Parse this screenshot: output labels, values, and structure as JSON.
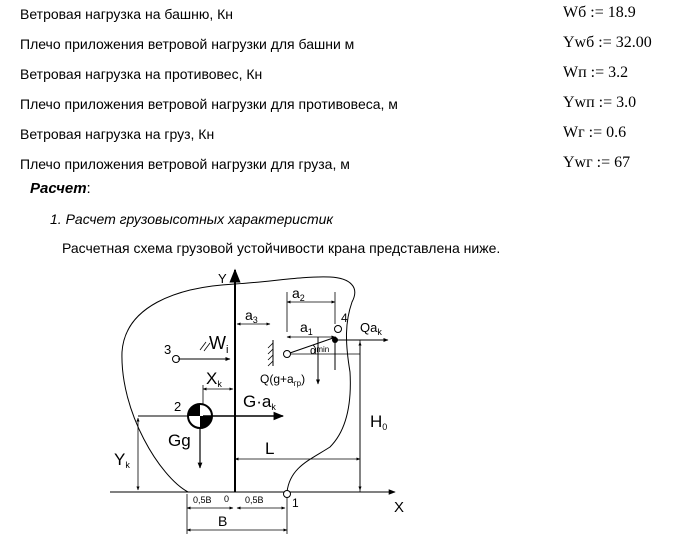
{
  "rows": [
    {
      "label": "Ветровая нагрузка на башню, Кн",
      "value": "Wб := 18.9"
    },
    {
      "label": "Плечо приложения ветровой нагрузки для башни м",
      "value": "Ywб := 32.00"
    },
    {
      "label": "Ветровая нагрузка на противовес, Кн",
      "value": "Wп := 3.2"
    },
    {
      "label": "Плечо приложения ветровой нагрузки для противовеса, м",
      "value": "Ywп := 3.0"
    },
    {
      "label": "Ветровая нагрузка на груз, Кн",
      "value": "Wг := 0.6"
    },
    {
      "label": "Плечо приложения ветровой нагрузки для груза, м",
      "value": "Ywг := 67"
    }
  ],
  "section": {
    "title": "Расчет",
    "colon": ":"
  },
  "subsection": "1. Расчет грузовысотных характеристик",
  "paragraph": "Расчетная схема грузовой устойчивости крана представлена ниже.",
  "diagram": {
    "Y": "Y",
    "X": "X",
    "a2": "a",
    "a2_sub": "2",
    "a3": "a",
    "a3_sub": "3",
    "a1": "a",
    "a1_sub": "1",
    "p4": "4",
    "Qak": "Qa",
    "Qak_sub": "k",
    "p3": "3",
    "Wi": "W",
    "Wi_sub": "i",
    "alpha": "α",
    "alpha_sub": "min",
    "Xk": "X",
    "Xk_sub": "k",
    "Q_load": "Q(g+a",
    "Q_load_sub": "гр",
    "Q_load_end": ")",
    "p2": "2",
    "Gak": "G·a",
    "Gak_sub": "k",
    "Gg": "Gg",
    "H0": "H",
    "H0_sub": "0",
    "L": "L",
    "Yk": "Y",
    "Yk_sub": "k",
    "half_left": "0,5B",
    "zero": "0",
    "half_right": "0,5B",
    "p1": "1",
    "B": "B"
  }
}
